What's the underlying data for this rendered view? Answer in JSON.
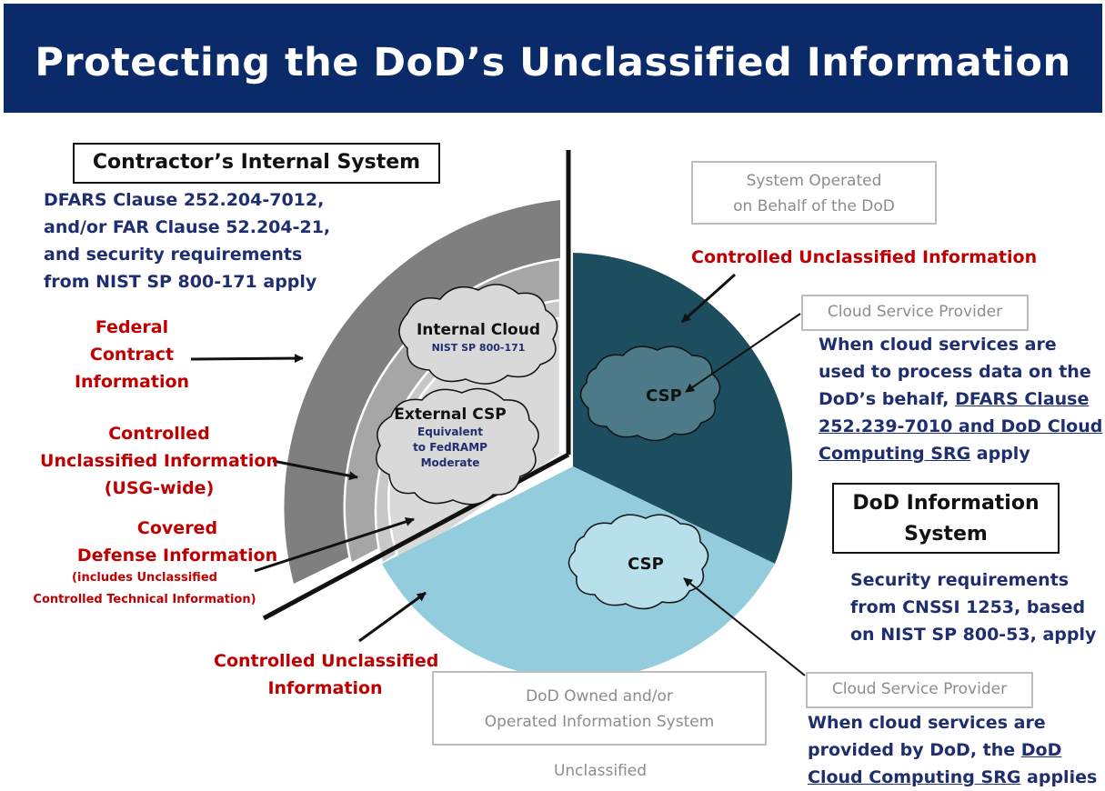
{
  "header": {
    "title": "Protecting the DoD’s Unclassified Information"
  },
  "left_side": {
    "system_box": "Contractor’s Internal System",
    "clauses": [
      "DFARS Clause 252.204-7012,",
      "and/or FAR Clause 52.204-21,",
      "and security requirements",
      "from NIST SP 800-171 apply"
    ],
    "fci": [
      "Federal",
      "Contract",
      "Information"
    ],
    "cui_usg": [
      "Controlled",
      "Unclassified Information",
      "(USG-wide)"
    ],
    "cdi": [
      "Covered",
      "Defense Information"
    ],
    "cdi_note": [
      "(includes Unclassified",
      "Controlled Technical Information)"
    ],
    "internal_cloud": {
      "title": "Internal Cloud",
      "sub": "NIST SP 800-171"
    },
    "external_csp": {
      "title": "External CSP",
      "sub": [
        "Equivalent",
        "to FedRAMP",
        "Moderate"
      ]
    }
  },
  "right_side": {
    "operated_box": [
      "System Operated",
      "on Behalf of the DoD"
    ],
    "cui_label": "Controlled Unclassified Information",
    "csp_top": {
      "box": "Cloud Service Provider",
      "line1": "When cloud services are",
      "line2": "used to process data on the",
      "line3_prefix": "DoD’s behalf,",
      "line3_link": "DFARS Clause",
      "line4_link": "252.239-7010 and DoD Cloud",
      "line5_link": "Computing SRG",
      "line5_suffix": " apply"
    },
    "cloud_dark": "CSP",
    "dod_info_box": [
      "DoD Information",
      "System"
    ],
    "security_req": [
      "Security  requirements",
      "from CNSSI 1253, based",
      "on NIST SP 800-53, apply"
    ],
    "csp_bottom": {
      "box": "Cloud Service Provider",
      "line1": "When cloud services are",
      "line2_prefix": "provided  by DoD, the ",
      "line2_link": "DoD",
      "line3_link": "Cloud Computing SRG",
      "line3_suffix": " applies"
    }
  },
  "bottom": {
    "cui_label": [
      "Controlled Unclassified",
      "Information"
    ],
    "owned_box": [
      "DoD Owned and/or",
      "Operated Information System"
    ],
    "unclassified": "Unclassified",
    "cloud_light": "CSP"
  },
  "colors": {
    "banner": "#0b2a6a",
    "dark_teal": "#1d4e5f",
    "light_blue": "#93cddd",
    "gray_outer": "#7f7f7f",
    "gray_mid": "#a6a6a6",
    "gray_inner": "#c8c8c8",
    "red": "#c00000",
    "navy": "#1f2e6e"
  }
}
